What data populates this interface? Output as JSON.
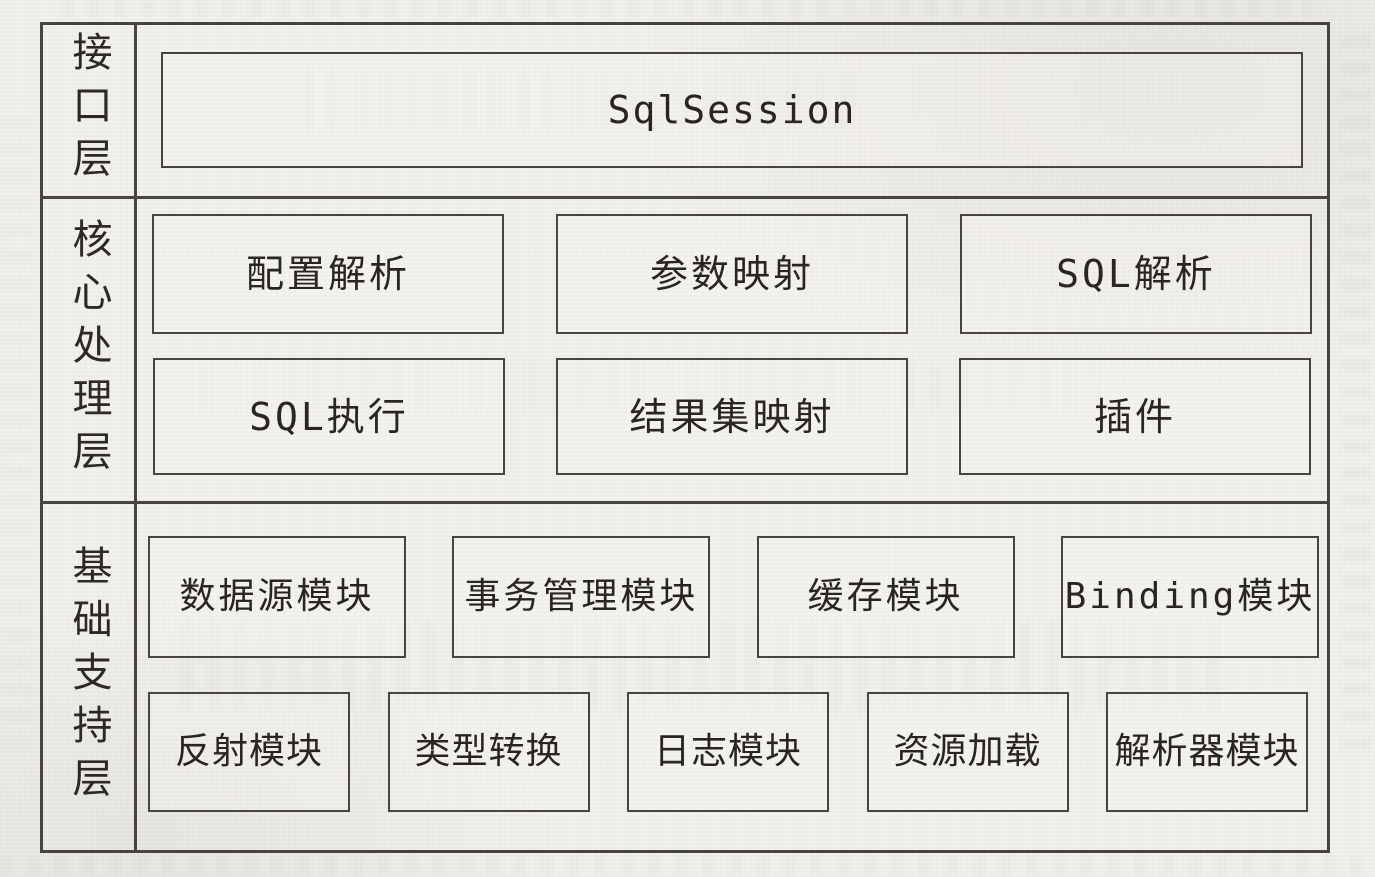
{
  "diagram": {
    "layers": [
      {
        "label": "接口层",
        "rows": [
          [
            "SqlSession"
          ]
        ]
      },
      {
        "label": "核心处理层",
        "rows": [
          [
            "配置解析",
            "参数映射",
            "SQL解析"
          ],
          [
            "SQL执行",
            "结果集映射",
            "插件"
          ]
        ]
      },
      {
        "label": "基础支持层",
        "rows": [
          [
            "数据源模块",
            "事务管理模块",
            "缓存模块",
            "Binding模块"
          ],
          [
            "反射模块",
            "类型转换",
            "日志模块",
            "资源加载",
            "解析器模块"
          ]
        ]
      }
    ],
    "colors": {
      "line": "#47433e",
      "text": "#27231f",
      "paper": "#f2f1ed"
    }
  }
}
